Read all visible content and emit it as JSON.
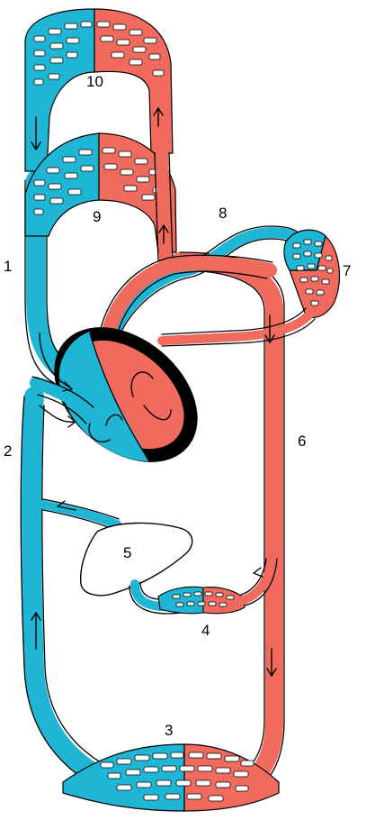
{
  "labels": {
    "l1": "1",
    "l2": "2",
    "l3": "3",
    "l4": "4",
    "l5": "5",
    "l6": "6",
    "l7": "7",
    "l8": "8",
    "l9": "9",
    "l10": "10"
  },
  "colors": {
    "deoxygenated_blood": "#1fb6d6",
    "oxygenated_blood": "#f06a5d",
    "heart_wall": "#000000",
    "organ": "#ffffff"
  }
}
